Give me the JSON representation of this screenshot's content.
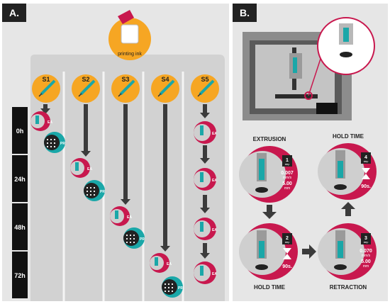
{
  "panel_a": {
    "label": "A.",
    "ink_label": "printing ink",
    "samples": [
      "S1",
      "S2",
      "S3",
      "S4",
      "S5"
    ],
    "times": [
      "0h",
      "24h",
      "48h",
      "72h"
    ],
    "badge_ea": "EA",
    "badge_pr": "PR"
  },
  "panel_b": {
    "label": "B.",
    "steps": [
      {
        "title": "EXTRUSION",
        "num": "1",
        "word": "step",
        "v1": "0.007",
        "v1_unit": "mm/s",
        "v2": "5.00",
        "v2_unit": "mm"
      },
      {
        "title": "HOLD TIME",
        "num": "2",
        "word": "step",
        "time": "90s."
      },
      {
        "title": "RETRACTION",
        "num": "3",
        "word": "step",
        "v1": "0.070",
        "v1_unit": "mm/s",
        "v2": "5.00",
        "v2_unit": "mm"
      },
      {
        "title": "HOLD TIME",
        "num": "4",
        "word": "step",
        "time": "90s."
      }
    ]
  },
  "colors": {
    "orange": "#f6a623",
    "magenta": "#c8184e",
    "teal": "#1aa7a8",
    "dark": "#1a1a1a",
    "arrow": "#3b3b3b"
  }
}
